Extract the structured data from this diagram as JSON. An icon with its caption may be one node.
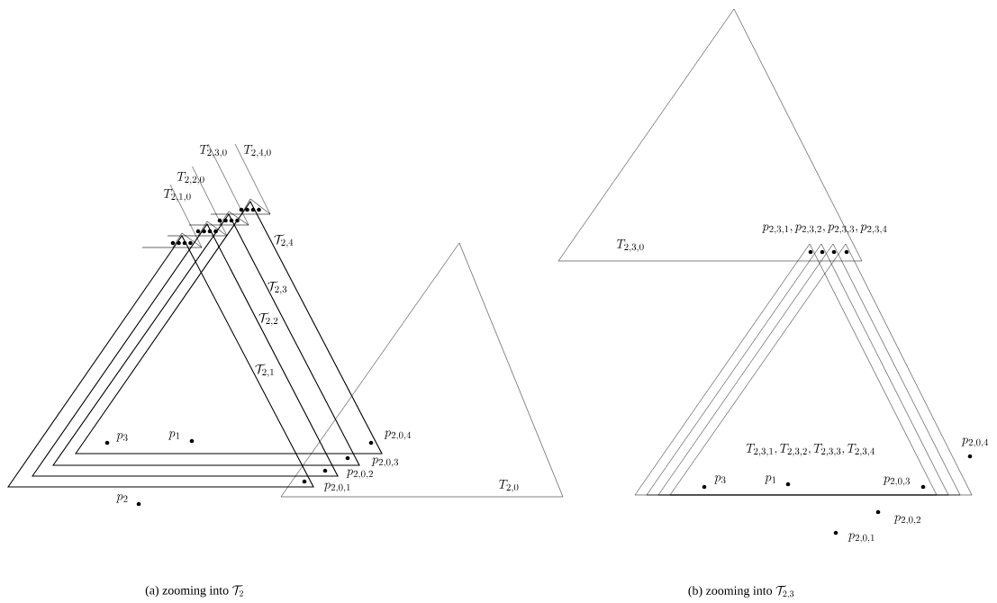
{
  "diagram": {
    "labels": [
      "T_{2,3,0}",
      "T_{2,4,0}",
      "T_{2,2,0}",
      "T_{2,1,0}",
      "\\mathcal{T}_{2,4}",
      "\\mathcal{T}_{2,3}",
      "\\mathcal{T}_{2,2}",
      "\\mathcal{T}_{2,1}",
      "p_3",
      "p_1",
      "p_{2,0,4}",
      "p_{2,0,3}",
      "p_{2,0,2}",
      "p_{2,0,1}",
      "T_{2,0}",
      "p_2",
      "p_{2,3,1},p_{2,3,2},p_{2,3,3},p_{2,3,4}",
      "T_{2,3,0}",
      "T_{2,3,1},T_{2,3,2},T_{2,3,3},T_{2,3,4}",
      "p_{2,0,4}",
      "p_3",
      "p_1",
      "p_{2,0,3}",
      "p_{2,0,2}",
      "p_{2,0,1}",
      "(a) zooming into",
      "\\mathcal{T}_2",
      "(b) zooming into",
      "\\mathcal{T}_{2,3}"
    ]
  }
}
